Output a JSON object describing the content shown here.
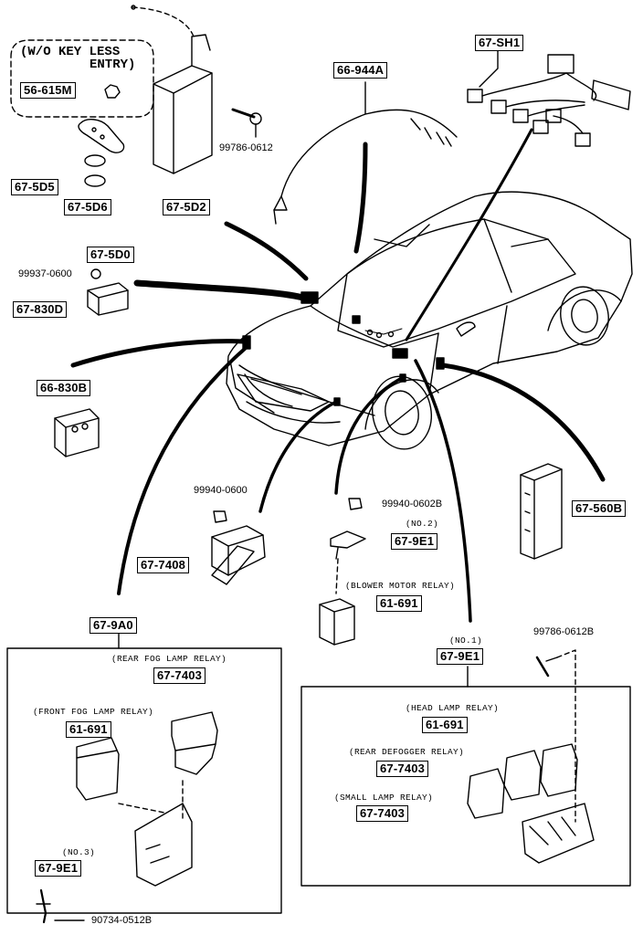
{
  "keyless_note": {
    "line1": "(W/O KEY LESS",
    "line2": "ENTRY)"
  },
  "parts": {
    "p56_615M": "56-615M",
    "p67_5D5": "67-5D5",
    "p67_5D6": "67-5D6",
    "p67_5D2": "67-5D2",
    "p67_5D0": "67-5D0",
    "p67_830D": "67-830D",
    "p66_830B": "66-830B",
    "p66_944A": "66-944A",
    "p67_SH1": "67-SH1",
    "p67_560B": "67-560B",
    "p67_7408": "67-7408",
    "p67_9E1_no2": "67-9E1",
    "p61_691_blower": "61-691",
    "p67_9A0": "67-9A0",
    "p67_7403_rearfog": "67-7403",
    "p61_691_frontfog": "61-691",
    "p67_9E1_no3": "67-9E1",
    "p67_9E1_no1": "67-9E1",
    "p61_691_head": "61-691",
    "p67_7403_defog": "67-7403",
    "p67_7403_small": "67-7403"
  },
  "numbers": {
    "n99786_0612": "99786-0612",
    "n99937_0600": "99937-0600",
    "n99940_0600": "99940-0600",
    "n99940_0602B": "99940-0602B",
    "n99786_0612B": "99786-0612B",
    "n90734_0512B": "90734-0512B"
  },
  "captions": {
    "no2": "(NO.2)",
    "blower": "(BLOWER MOTOR RELAY)",
    "rear_fog": "(REAR FOG LAMP RELAY)",
    "front_fog": "(FRONT FOG LAMP RELAY)",
    "no3": "(NO.3)",
    "no1": "(NO.1)",
    "head": "(HEAD LAMP RELAY)",
    "rear_defog": "(REAR DEFOGGER RELAY)",
    "small": "(SMALL LAMP RELAY)"
  }
}
